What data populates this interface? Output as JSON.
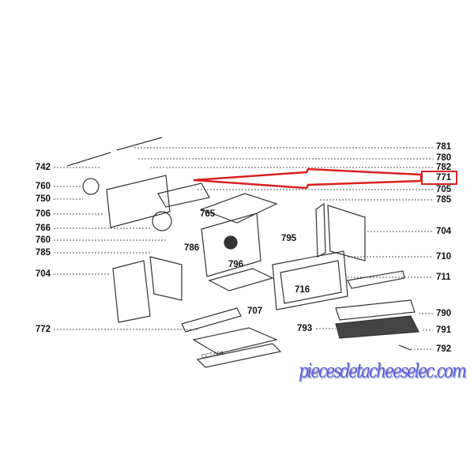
{
  "diagram": {
    "title_code": "CC7-004",
    "highlight_color": "#d92020",
    "highlighted_part": "771",
    "left_labels": [
      "742",
      "760",
      "750",
      "706",
      "766",
      "760",
      "785",
      "704",
      "772"
    ],
    "right_labels": [
      "781",
      "780",
      "782",
      "771",
      "705",
      "785",
      "704",
      "710",
      "711",
      "790",
      "791",
      "792"
    ],
    "inner_labels": {
      "l765": "765",
      "l786": "786",
      "l796": "796",
      "l795": "795",
      "l707": "707",
      "l716": "716",
      "l793": "793"
    }
  },
  "watermark": "piecesdetacheeselec.com"
}
